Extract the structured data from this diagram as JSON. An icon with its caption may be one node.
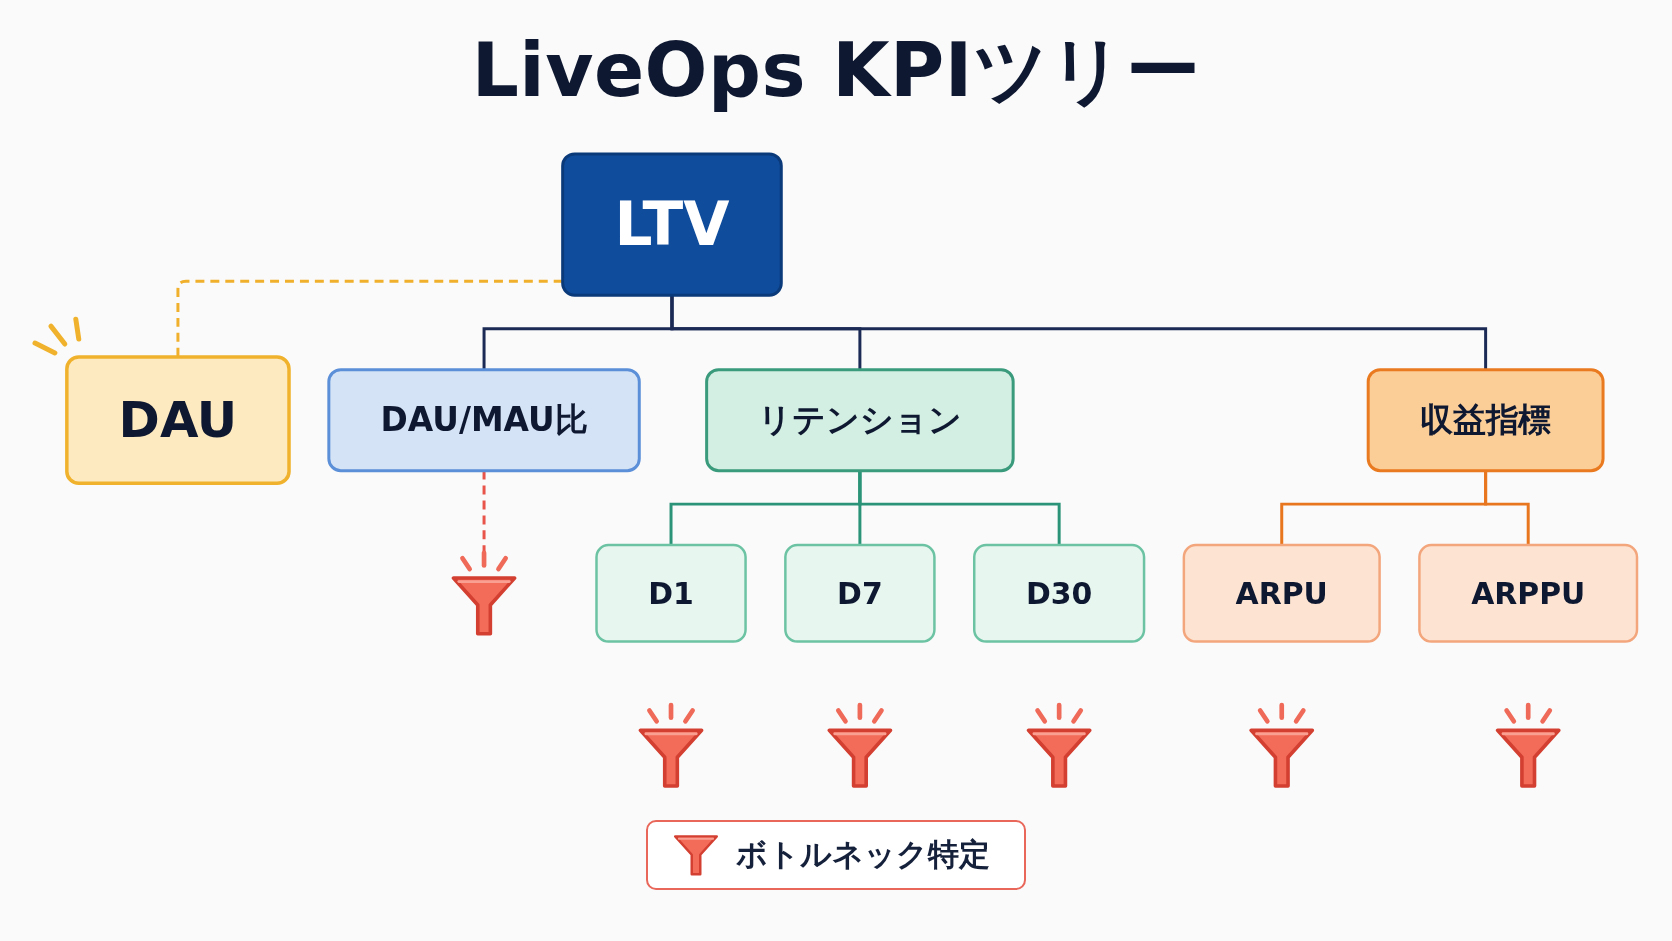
{
  "diagram": {
    "title": "LiveOps KPIツリー",
    "nodes": [
      {
        "text": [
          "LTV"
        ]
      },
      {
        "text": [
          "DAU"
        ]
      },
      {
        "text": [
          "DAU/MAU比"
        ]
      },
      {
        "text": [
          "リテンション"
        ]
      },
      {
        "text": [
          "収益指標"
        ]
      },
      {
        "text": [],
        "shape": "funnel"
      },
      {
        "text": [
          "D1"
        ]
      },
      {
        "text": [
          "D7"
        ]
      },
      {
        "text": [
          "D30"
        ]
      },
      {
        "text": [
          "ARPU"
        ]
      },
      {
        "text": [
          "ARPPU"
        ]
      },
      {
        "text": [],
        "shape": "funnel"
      },
      {
        "text": [],
        "shape": "funnel"
      },
      {
        "text": [],
        "shape": "funnel"
      },
      {
        "text": [],
        "shape": "funnel"
      },
      {
        "text": [],
        "shape": "funnel"
      }
    ],
    "edges": [
      {
        "from": 0,
        "to": 1,
        "arrow": "none",
        "style": "dashed",
        "color": "#f0b02c"
      },
      {
        "from": 0,
        "to": 2,
        "arrow": "none"
      },
      {
        "from": 0,
        "to": 3,
        "arrow": "none"
      },
      {
        "from": 0,
        "to": 4,
        "arrow": "none"
      },
      {
        "from": 2,
        "to": 5,
        "arrow": "none",
        "style": "dashed",
        "color": "#e8544a"
      },
      {
        "from": 3,
        "to": 6,
        "arrow": "none",
        "color": "#2b9478"
      },
      {
        "from": 3,
        "to": 7,
        "arrow": "none",
        "color": "#2b9478"
      },
      {
        "from": 3,
        "to": 8,
        "arrow": "none",
        "color": "#2b9478"
      },
      {
        "from": 4,
        "to": 9,
        "arrow": "none",
        "color": "#e8761e"
      },
      {
        "from": 4,
        "to": 10,
        "arrow": "none",
        "color": "#e8761e"
      }
    ],
    "legend": [
      {
        "text": "ボトルネック特定"
      }
    ]
  }
}
